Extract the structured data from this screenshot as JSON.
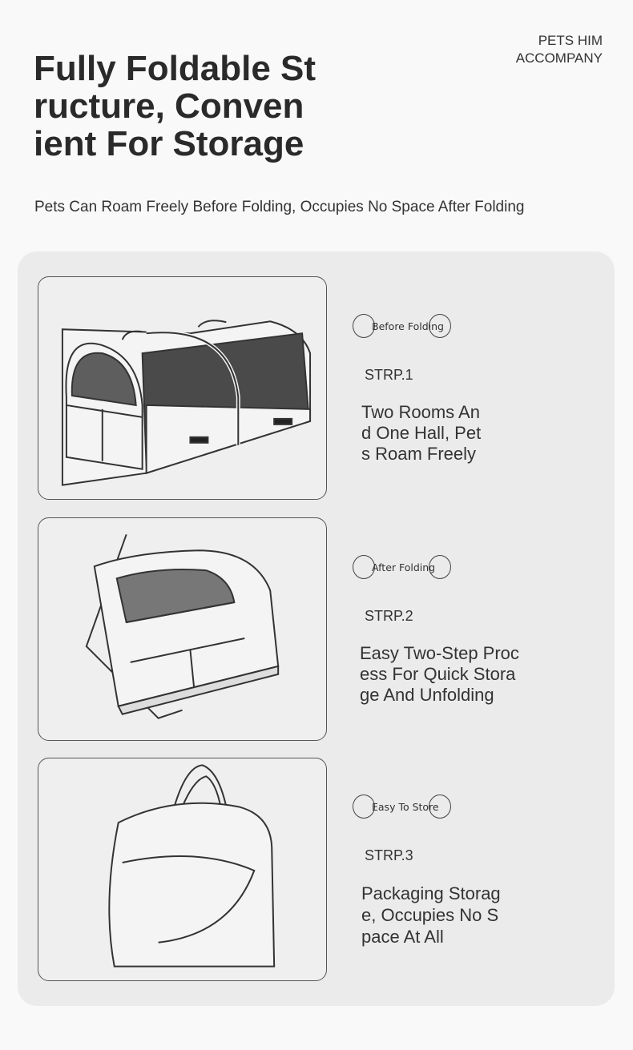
{
  "header": {
    "brand_line1": "PETS HIM",
    "brand_line2": "ACCOMPANY",
    "title_lines": [
      "Fully Foldable St",
      "ructure, Conven",
      "ient For Storage"
    ],
    "subtitle": "Pets Can Roam Freely Before Folding, Occupies No Space After Folding"
  },
  "steps": [
    {
      "badge": "Before Folding",
      "step": "STRP.1",
      "description_lines": [
        "Two Rooms An",
        "d One Hall, Pet",
        "s Roam Freely"
      ],
      "image": "unfolded-pet-tent-illustration"
    },
    {
      "badge": "After Folding",
      "step": "STRP.2",
      "description_lines": [
        "Easy Two-Step Proc",
        "ess For Quick Stora",
        "ge And Unfolding"
      ],
      "image": "folded-pet-tent-illustration"
    },
    {
      "badge": "Easy To Store",
      "step": "STRP.3",
      "description_lines": [
        "Packaging Storag",
        "e, Occupies No S",
        "pace At All"
      ],
      "image": "storage-bag-illustration"
    }
  ]
}
